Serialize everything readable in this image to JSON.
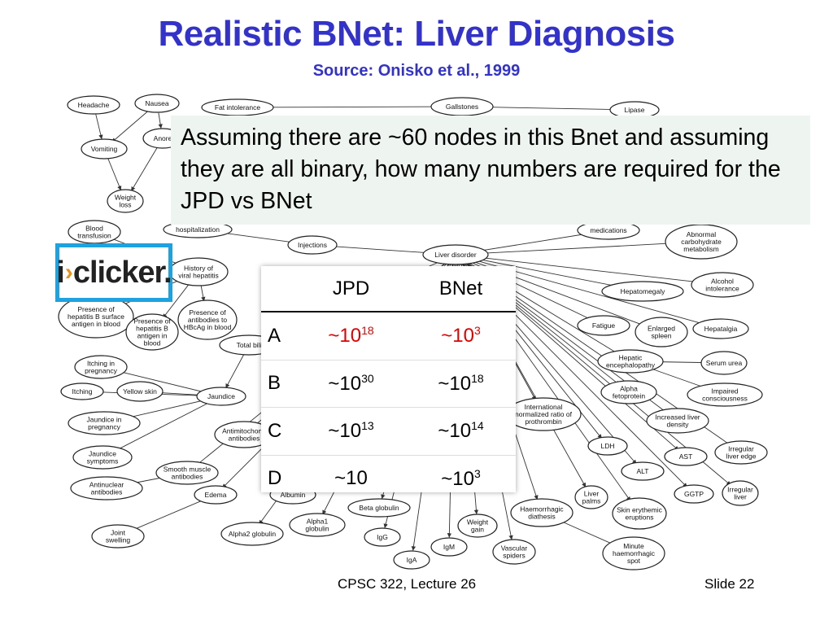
{
  "slide": {
    "title": "Realistic BNet: Liver Diagnosis",
    "subtitle": "Source: Onisko et al., 1999",
    "question": "Assuming there are ~60 nodes in this Bnet and assuming they are all binary, how many numbers are required for the JPD vs BNet",
    "iclicker_logo": "i>clicker.",
    "footer_course": "CPSC 322, Lecture 26",
    "footer_slide": "Slide 22"
  },
  "answers": {
    "headers": [
      "",
      "JPD",
      "BNet"
    ],
    "rows": [
      {
        "letter": "A",
        "jpd_base": "~10",
        "jpd_exp": "18",
        "bnet_base": "~10",
        "bnet_exp": "3",
        "highlight": true
      },
      {
        "letter": "B",
        "jpd_base": "~10",
        "jpd_exp": "30",
        "bnet_base": "~10",
        "bnet_exp": "18",
        "highlight": false
      },
      {
        "letter": "C",
        "jpd_base": "~10",
        "jpd_exp": "13",
        "bnet_base": "~10",
        "bnet_exp": "14",
        "highlight": false
      },
      {
        "letter": "D",
        "jpd_base": "~10",
        "jpd_exp": "",
        "bnet_base": "~10",
        "bnet_exp": "3",
        "highlight": false
      }
    ],
    "highlight_color": "#e00000"
  },
  "network": {
    "nodes": [
      {
        "id": "headache",
        "label": "Headache"
      },
      {
        "id": "nausea",
        "label": "Nausea"
      },
      {
        "id": "vomiting",
        "label": "Vomiting"
      },
      {
        "id": "anorexia",
        "label": "Anore"
      },
      {
        "id": "weightloss",
        "label": "Weight loss"
      },
      {
        "id": "fatintol",
        "label": "Fat intolerance"
      },
      {
        "id": "gallstones",
        "label": "Gallstones"
      },
      {
        "id": "lipase",
        "label": "Lipase"
      },
      {
        "id": "hospitalization",
        "label": "hospitalization"
      },
      {
        "id": "blood",
        "label": "Blood transfusion"
      },
      {
        "id": "injections",
        "label": "Injections"
      },
      {
        "id": "liverdisorder",
        "label": "Liver disorder"
      },
      {
        "id": "medications",
        "label": "medications"
      },
      {
        "id": "abncarb",
        "label": "Abnormal carbohydrate metabolism"
      },
      {
        "id": "alcohol",
        "label": "Alcohol intolerance"
      },
      {
        "id": "histviral",
        "label": "History of viral hepatitis"
      },
      {
        "id": "hepatomegaly",
        "label": "Hepatomegaly"
      },
      {
        "id": "hbsag",
        "label": "Presence of hepatitis B surface antigen in blood"
      },
      {
        "id": "hbcag",
        "label": "Presence of antibodies to HBcAg in blood"
      },
      {
        "id": "hbagin",
        "label": "Presence of hepatitis B antigen in blood"
      },
      {
        "id": "fatigue",
        "label": "Fatigue"
      },
      {
        "id": "enlspleen",
        "label": "Enlarged spleen"
      },
      {
        "id": "hepatalgia",
        "label": "Hepatalgia"
      },
      {
        "id": "totbili",
        "label": "Total bili"
      },
      {
        "id": "itchpreg",
        "label": "Itching in pregnancy"
      },
      {
        "id": "hepenc",
        "label": "Hepatic encephalopathy"
      },
      {
        "id": "serumurea",
        "label": "Serum urea"
      },
      {
        "id": "itching",
        "label": "Itching"
      },
      {
        "id": "yellowskin",
        "label": "Yellow skin"
      },
      {
        "id": "jaundice",
        "label": "Jaundice"
      },
      {
        "id": "alphafeto",
        "label": "Alpha fetoprotein"
      },
      {
        "id": "impconsc",
        "label": "Impaired consciousness"
      },
      {
        "id": "inr",
        "label": "International normalized ratio of prothrombin"
      },
      {
        "id": "jaunpreg",
        "label": "Jaundice in pregnancy"
      },
      {
        "id": "incliver",
        "label": "Increased liver density"
      },
      {
        "id": "antimito",
        "label": "Antimitochond antibodies"
      },
      {
        "id": "jaunsym",
        "label": "Jaundice symptoms"
      },
      {
        "id": "ldh",
        "label": "LDH"
      },
      {
        "id": "ast",
        "label": "AST"
      },
      {
        "id": "irredge",
        "label": "Irregular liver edge"
      },
      {
        "id": "smooth",
        "label": "Smooth muscle antibodies"
      },
      {
        "id": "alt",
        "label": "ALT"
      },
      {
        "id": "antinuc",
        "label": "Antinuclear antibodies"
      },
      {
        "id": "edema",
        "label": "Edema"
      },
      {
        "id": "albumin",
        "label": "Albumin"
      },
      {
        "id": "betaglob",
        "label": "Beta globulin"
      },
      {
        "id": "haemdia",
        "label": "Haemorrhagic diathesis"
      },
      {
        "id": "liverpalms",
        "label": "Liver palms"
      },
      {
        "id": "ggtp",
        "label": "GGTP"
      },
      {
        "id": "irrliver",
        "label": "Irregular liver"
      },
      {
        "id": "skinery",
        "label": "Skin erythemic eruptions"
      },
      {
        "id": "alpha1",
        "label": "Alpha1 globulin"
      },
      {
        "id": "weightgain",
        "label": "Weight gain"
      },
      {
        "id": "alpha2",
        "label": "Alpha2 globulin"
      },
      {
        "id": "igg",
        "label": "IgG"
      },
      {
        "id": "igm",
        "label": "IgM"
      },
      {
        "id": "vascular",
        "label": "Vascular spiders"
      },
      {
        "id": "minute",
        "label": "Minute haemorrhagic spot"
      },
      {
        "id": "jointswell",
        "label": "Joint swelling"
      },
      {
        "id": "iga",
        "label": "IgA"
      }
    ],
    "edges": [
      [
        "headache",
        "vomiting"
      ],
      [
        "nausea",
        "vomiting"
      ],
      [
        "nausea",
        "anorexia"
      ],
      [
        "vomiting",
        "weightloss"
      ],
      [
        "anorexia",
        "weightloss"
      ],
      [
        "fatintol",
        "gallstones"
      ],
      [
        "gallstones",
        "lipase"
      ],
      [
        "blood",
        "histviral"
      ],
      [
        "hospitalization",
        "injections"
      ],
      [
        "injections",
        "liverdisorder"
      ],
      [
        "medications",
        "liverdisorder"
      ],
      [
        "abncarb",
        "liverdisorder"
      ],
      [
        "alcohol",
        "liverdisorder"
      ],
      [
        "histviral",
        "hbsag"
      ],
      [
        "histviral",
        "hbcag"
      ],
      [
        "histviral",
        "hbagin"
      ],
      [
        "liverdisorder",
        "hepatomegaly"
      ],
      [
        "liverdisorder",
        "fatigue"
      ],
      [
        "liverdisorder",
        "enlspleen"
      ],
      [
        "liverdisorder",
        "hepatalgia"
      ],
      [
        "liverdisorder",
        "hepenc"
      ],
      [
        "hepenc",
        "serumurea"
      ],
      [
        "hepenc",
        "impconsc"
      ],
      [
        "liverdisorder",
        "alphafeto"
      ],
      [
        "liverdisorder",
        "incliver"
      ],
      [
        "liverdisorder",
        "inr"
      ],
      [
        "liverdisorder",
        "ldh"
      ],
      [
        "liverdisorder",
        "ast"
      ],
      [
        "liverdisorder",
        "irredge"
      ],
      [
        "liverdisorder",
        "alt"
      ],
      [
        "liverdisorder",
        "ggtp"
      ],
      [
        "liverdisorder",
        "irrliver"
      ],
      [
        "liverdisorder",
        "liverpalms"
      ],
      [
        "liverdisorder",
        "skinery"
      ],
      [
        "liverdisorder",
        "haemdia"
      ],
      [
        "haemdia",
        "minute"
      ],
      [
        "liverdisorder",
        "vascular"
      ],
      [
        "liverdisorder",
        "weightgain"
      ],
      [
        "liverdisorder",
        "igm"
      ],
      [
        "liverdisorder",
        "iga"
      ],
      [
        "liverdisorder",
        "igg"
      ],
      [
        "liverdisorder",
        "betaglob"
      ],
      [
        "liverdisorder",
        "alpha1"
      ],
      [
        "liverdisorder",
        "albumin"
      ],
      [
        "liverdisorder",
        "totbili"
      ],
      [
        "totbili",
        "jaundice"
      ],
      [
        "jaundice",
        "itching"
      ],
      [
        "jaundice",
        "yellowskin"
      ],
      [
        "jaundice",
        "itchpreg"
      ],
      [
        "jaundice",
        "jaunpreg"
      ],
      [
        "jaundice",
        "jaunsym"
      ],
      [
        "liverdisorder",
        "antimito"
      ],
      [
        "liverdisorder",
        "smooth"
      ],
      [
        "smooth",
        "antinuc"
      ],
      [
        "liverdisorder",
        "edema"
      ],
      [
        "edema",
        "jointswell"
      ],
      [
        "liverdisorder",
        "alpha2"
      ]
    ]
  }
}
